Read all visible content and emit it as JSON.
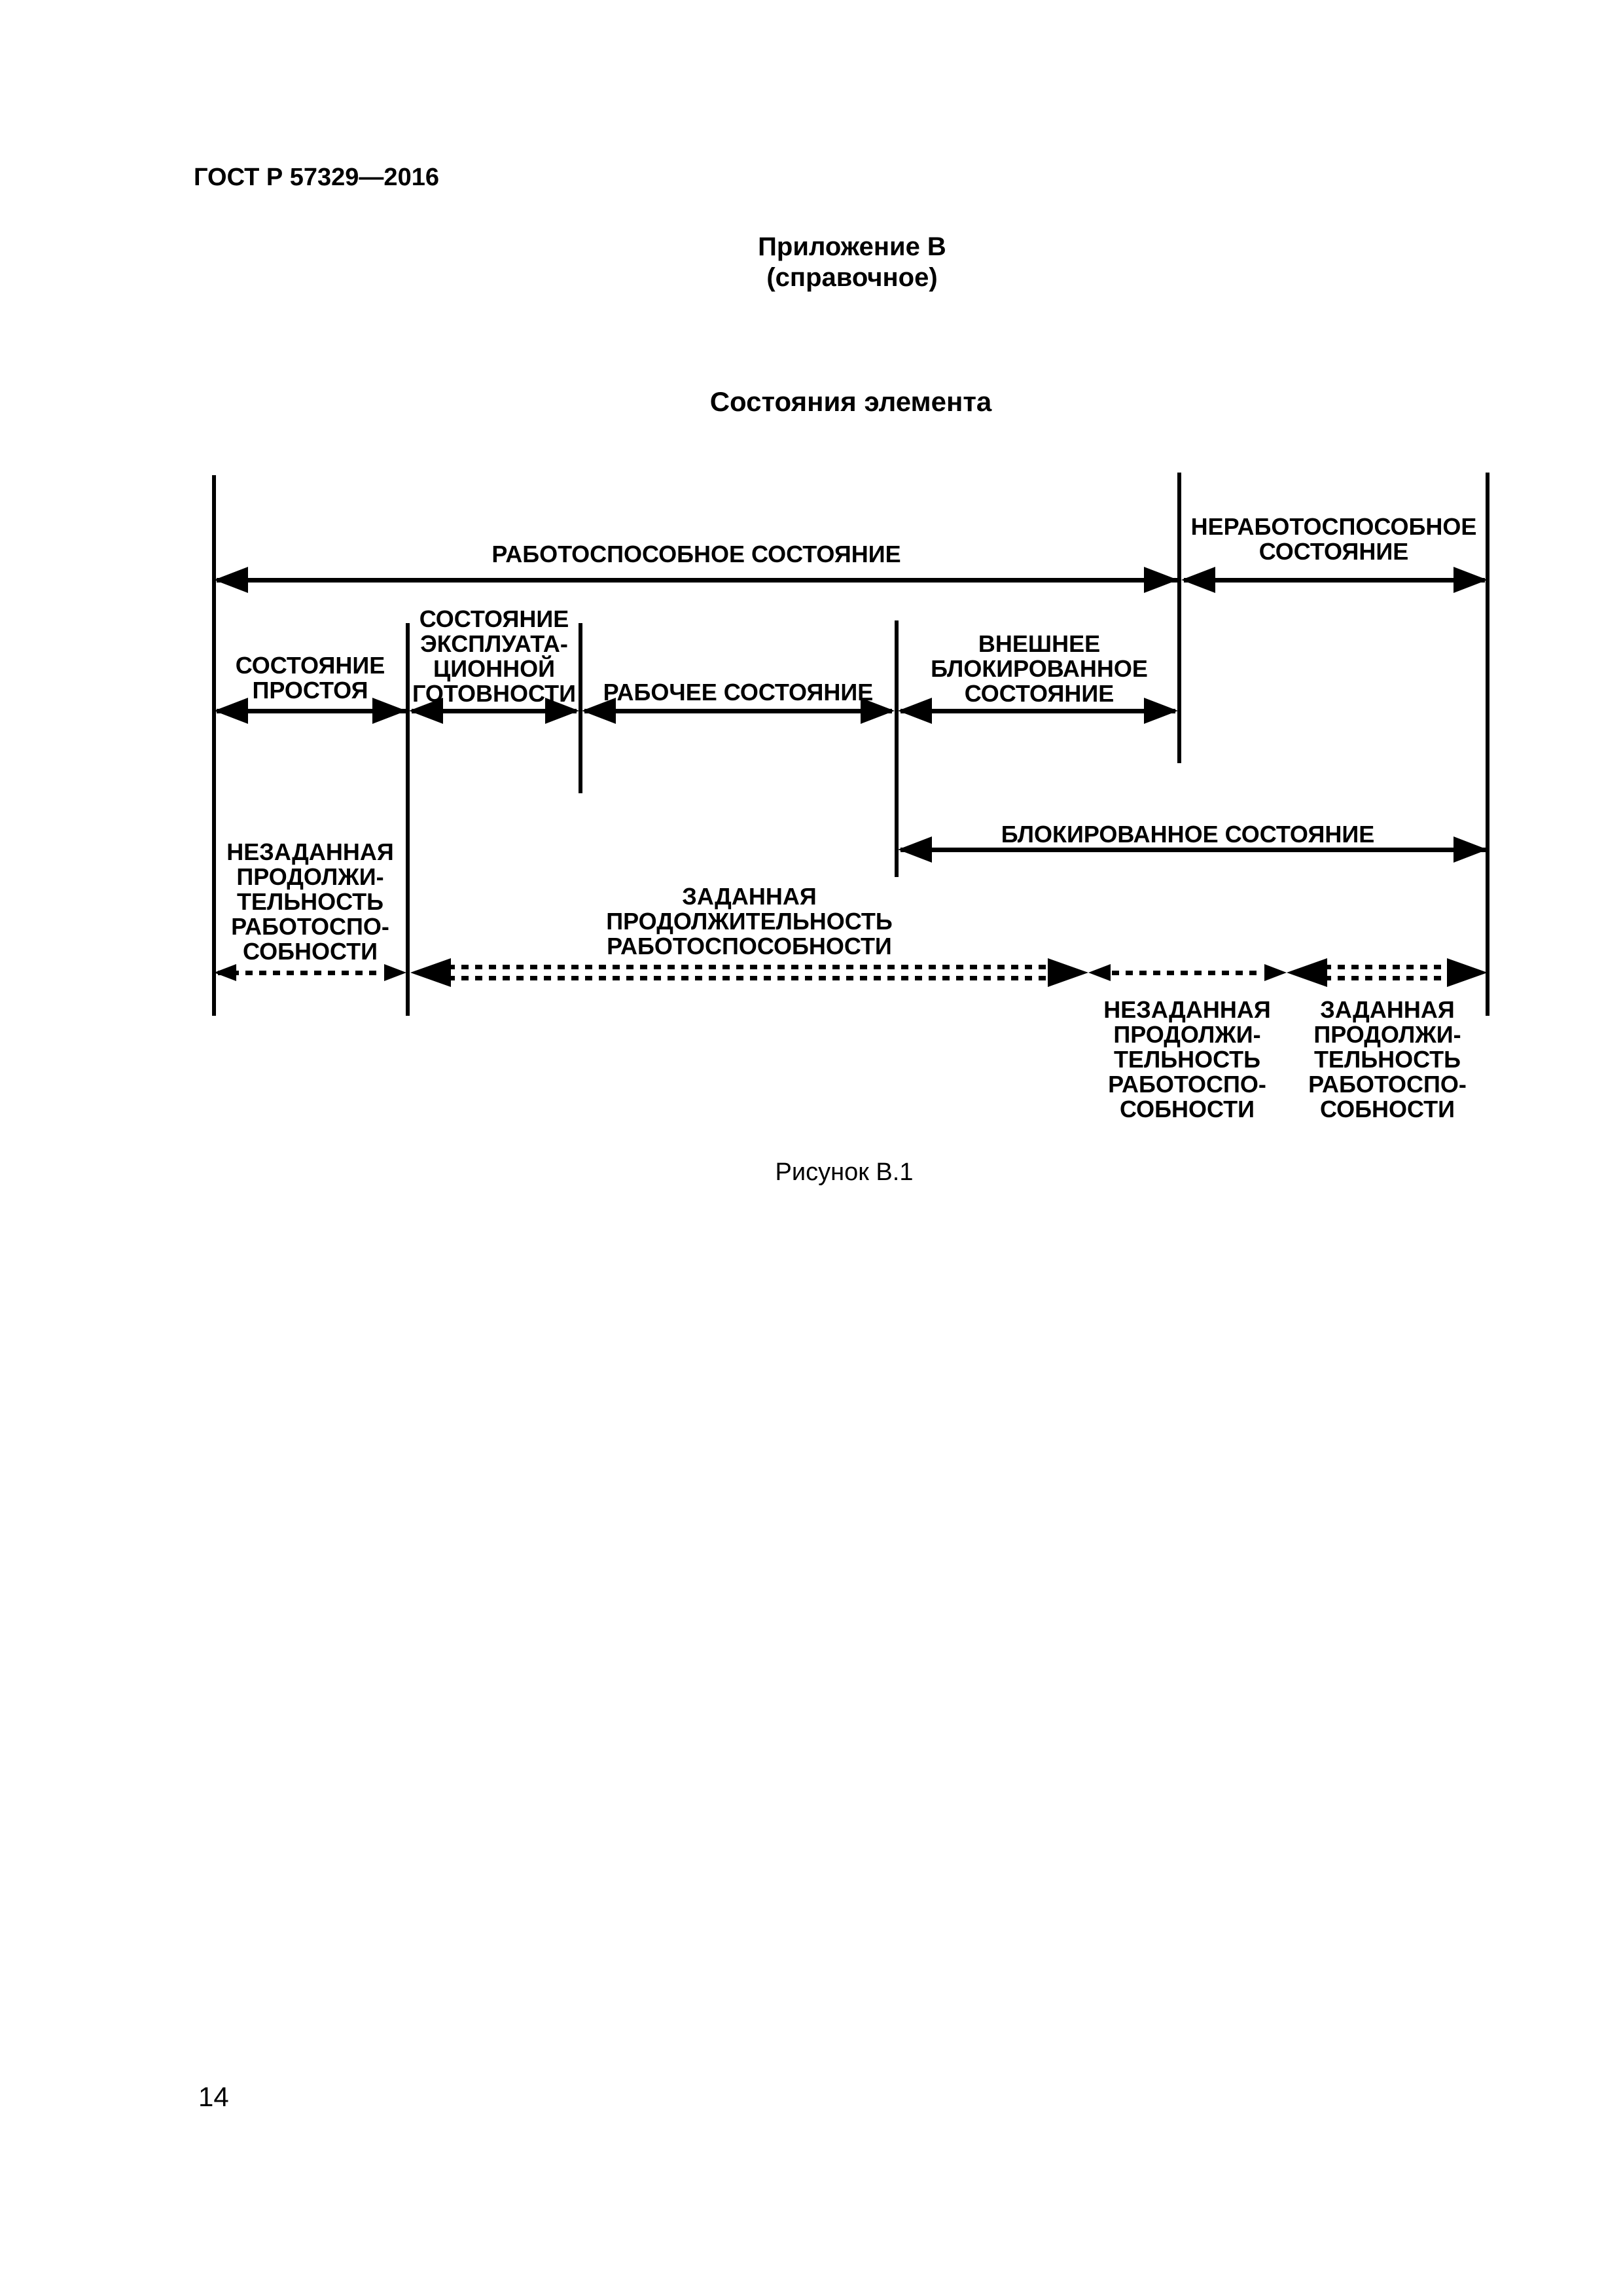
{
  "page": {
    "standard_code": "ГОСТ Р 57329—2016",
    "appendix_heading": "Приложение В",
    "appendix_note": "(справочное)",
    "section_title": "Состояния элемента",
    "figure_caption": "Рисунок В.1",
    "page_number": "14"
  },
  "colors": {
    "ink": "#000000",
    "paper": "#ffffff"
  },
  "diagram": {
    "labels": {
      "operable": "РАБОТОСПОСОБНОЕ СОСТОЯНИЕ",
      "inoperable": "НЕРАБОТОСПОСОБНОЕ\nСОСТОЯНИЕ",
      "idle": "СОСТОЯНИЕ\nПРОСТОЯ",
      "readiness": "СОСТОЯНИЕ\nЭКСПЛУАТА-\nЦИОННОЙ\nГОТОВНОСТИ",
      "working": "РАБОЧЕЕ СОСТОЯНИЕ",
      "external_blocked": "ВНЕШНЕЕ\nБЛОКИРОВАННОЕ\nСОСТОЯНИЕ",
      "blocked": "БЛОКИРОВАННОЕ СОСТОЯНИЕ",
      "unspecified_duration": "НЕЗАДАННАЯ\nПРОДОЛЖИ-\nТЕЛЬНОСТЬ\nРАБОТОСПО-\nСОБНОСТИ",
      "specified_duration_full": "ЗАДАННАЯ\nПРОДОЛЖИТЕЛЬНОСТЬ\nРАБОТОСПОСОБНОСТИ",
      "specified_duration_short": "ЗАДАННАЯ\nПРОДОЛЖИ-\nТЕЛЬНОСТЬ\nРАБОТОСПО-\nСОБНОСТИ"
    }
  }
}
